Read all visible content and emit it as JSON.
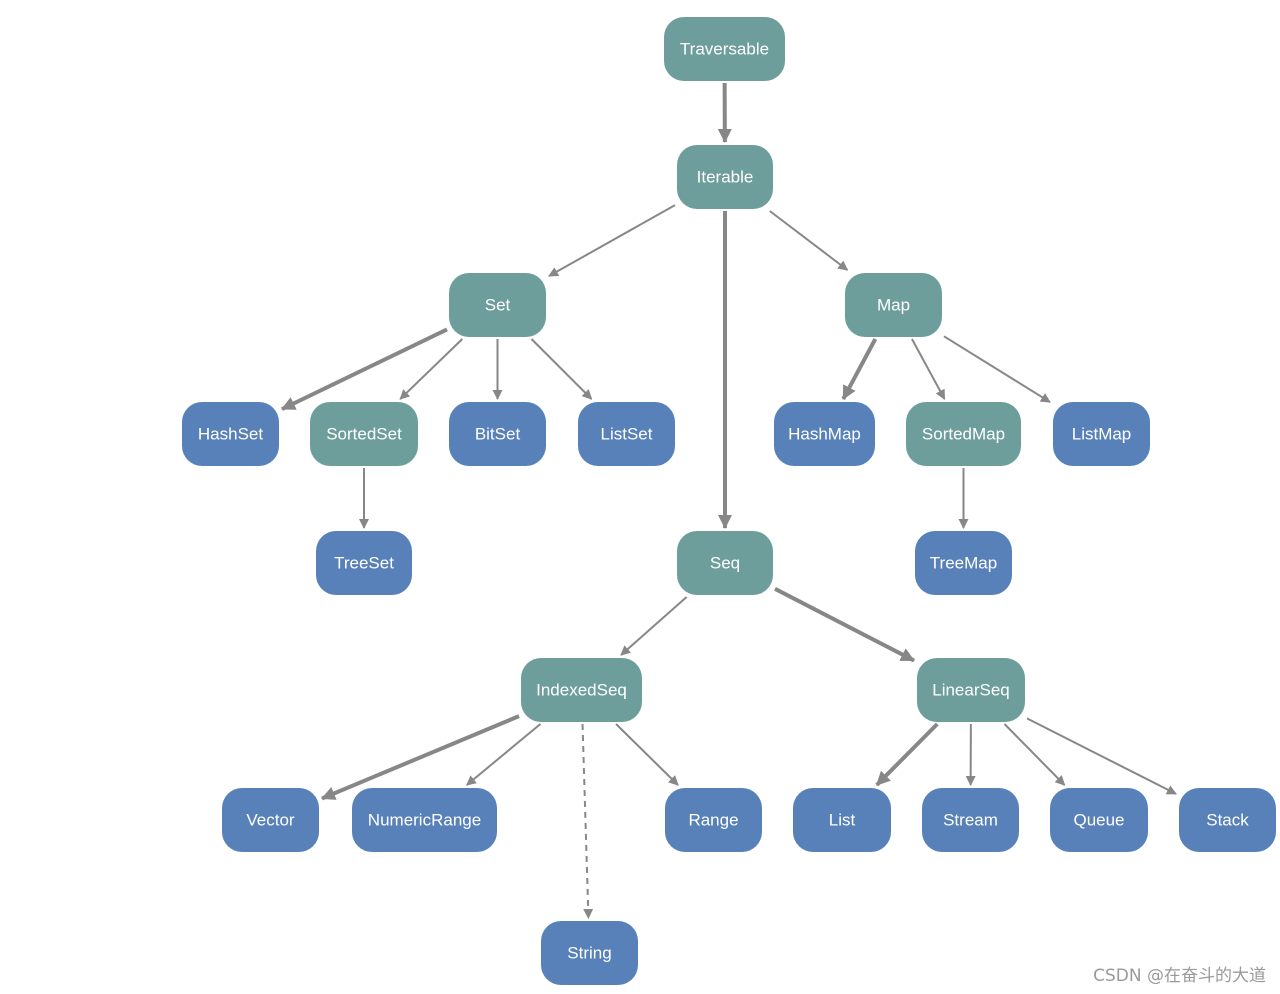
{
  "colors": {
    "trait_node": "#6d9e9c",
    "class_node": "#5781b8",
    "edge": "#878787",
    "label": "#ffffff"
  },
  "nodes": [
    {
      "id": "traversable",
      "label": "Traversable",
      "kind": "trait"
    },
    {
      "id": "iterable",
      "label": "Iterable",
      "kind": "trait"
    },
    {
      "id": "set",
      "label": "Set",
      "kind": "trait"
    },
    {
      "id": "map",
      "label": "Map",
      "kind": "trait"
    },
    {
      "id": "seq",
      "label": "Seq",
      "kind": "trait"
    },
    {
      "id": "hashset",
      "label": "HashSet",
      "kind": "class"
    },
    {
      "id": "sortedset",
      "label": "SortedSet",
      "kind": "trait"
    },
    {
      "id": "bitset",
      "label": "BitSet",
      "kind": "class"
    },
    {
      "id": "listset",
      "label": "ListSet",
      "kind": "class"
    },
    {
      "id": "hashmap",
      "label": "HashMap",
      "kind": "class"
    },
    {
      "id": "sortedmap",
      "label": "SortedMap",
      "kind": "trait"
    },
    {
      "id": "listmap",
      "label": "ListMap",
      "kind": "class"
    },
    {
      "id": "treeset",
      "label": "TreeSet",
      "kind": "class"
    },
    {
      "id": "treemap",
      "label": "TreeMap",
      "kind": "class"
    },
    {
      "id": "indexedseq",
      "label": "IndexedSeq",
      "kind": "trait"
    },
    {
      "id": "linearseq",
      "label": "LinearSeq",
      "kind": "trait"
    },
    {
      "id": "vector",
      "label": "Vector",
      "kind": "class"
    },
    {
      "id": "numericrange",
      "label": "NumericRange",
      "kind": "class"
    },
    {
      "id": "range",
      "label": "Range",
      "kind": "class"
    },
    {
      "id": "string",
      "label": "String",
      "kind": "class"
    },
    {
      "id": "list",
      "label": "List",
      "kind": "class"
    },
    {
      "id": "stream",
      "label": "Stream",
      "kind": "class"
    },
    {
      "id": "queue",
      "label": "Queue",
      "kind": "class"
    },
    {
      "id": "stack",
      "label": "Stack",
      "kind": "class"
    }
  ],
  "edges": [
    {
      "from": "traversable",
      "to": "iterable",
      "style": "thick"
    },
    {
      "from": "iterable",
      "to": "set",
      "style": "thin"
    },
    {
      "from": "iterable",
      "to": "seq",
      "style": "thick"
    },
    {
      "from": "iterable",
      "to": "map",
      "style": "thin"
    },
    {
      "from": "set",
      "to": "hashset",
      "style": "thick"
    },
    {
      "from": "set",
      "to": "sortedset",
      "style": "thin"
    },
    {
      "from": "set",
      "to": "bitset",
      "style": "thin"
    },
    {
      "from": "set",
      "to": "listset",
      "style": "thin"
    },
    {
      "from": "sortedset",
      "to": "treeset",
      "style": "thin"
    },
    {
      "from": "map",
      "to": "hashmap",
      "style": "thick"
    },
    {
      "from": "map",
      "to": "sortedmap",
      "style": "thin"
    },
    {
      "from": "map",
      "to": "listmap",
      "style": "thin"
    },
    {
      "from": "sortedmap",
      "to": "treemap",
      "style": "thin"
    },
    {
      "from": "seq",
      "to": "indexedseq",
      "style": "thin"
    },
    {
      "from": "seq",
      "to": "linearseq",
      "style": "thick"
    },
    {
      "from": "indexedseq",
      "to": "vector",
      "style": "thick"
    },
    {
      "from": "indexedseq",
      "to": "numericrange",
      "style": "thin"
    },
    {
      "from": "indexedseq",
      "to": "range",
      "style": "thin"
    },
    {
      "from": "indexedseq",
      "to": "string",
      "style": "dashed"
    },
    {
      "from": "linearseq",
      "to": "list",
      "style": "thick"
    },
    {
      "from": "linearseq",
      "to": "stream",
      "style": "thin"
    },
    {
      "from": "linearseq",
      "to": "queue",
      "style": "thin"
    },
    {
      "from": "linearseq",
      "to": "stack",
      "style": "thin"
    }
  ],
  "watermark": "CSDN @在奋斗的大道"
}
